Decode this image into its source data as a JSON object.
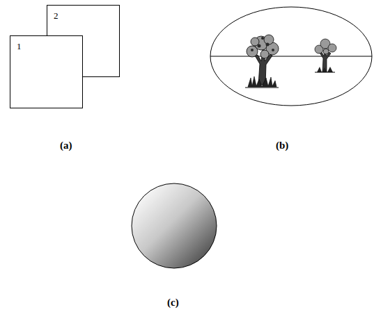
{
  "diagram": {
    "nodes": [
      {
        "text": [
          "1"
        ]
      },
      {
        "text": [
          "2"
        ]
      }
    ],
    "labels": [
      "(a)",
      "(b)",
      "(c)"
    ]
  }
}
